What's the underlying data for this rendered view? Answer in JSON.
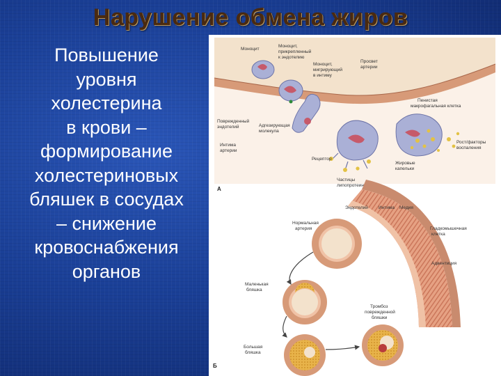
{
  "slide": {
    "title": "Нарушение обмена жиров",
    "body_lines": [
      "Повышение",
      "уровня",
      "холестерина",
      "в крови –",
      "формирование",
      "холестериновых",
      "бляшек  в сосудах",
      "– снижение",
      "кровоснабжения",
      "органов"
    ]
  },
  "figure": {
    "panel_a": {
      "letter": "А",
      "labels": {
        "monocyte": "Моноцит",
        "monocyte_adhered_1": "Моноцит,",
        "monocyte_adhered_2": "прикрепленный",
        "monocyte_adhered_3": "к эндотелию",
        "monocyte_migrating_1": "Моноцит,",
        "monocyte_migrating_2": "мигрирующий",
        "monocyte_migrating_3": "в интиму",
        "lumen_1": "Просвет",
        "lumen_2": "артерии",
        "damaged_endothelium_1": "Поврежденный",
        "damaged_endothelium_2": "эндотелий",
        "adhesion_molecule_1": "Адгезирующая",
        "adhesion_molecule_2": "молекула",
        "intima_1": "Интима",
        "intima_2": "артерии",
        "receptor": "Рецептор",
        "foam_cell_1": "Пенистая",
        "foam_cell_2": "макрофагальная клетка",
        "growth_factors_1": "Рост/факторы",
        "growth_factors_2": "воспаления",
        "fat_droplets_1": "Жировые",
        "fat_droplets_2": "капельки",
        "lipoprotein_1": "Частицы",
        "lipoprotein_2": "липопротеина"
      }
    },
    "panel_b": {
      "letter": "Б",
      "labels": {
        "endothelium": "Эндотелий",
        "intima": "Интима",
        "media": "Медия",
        "normal_artery_1": "Нормальная",
        "normal_artery_2": "артерия",
        "smooth_muscle_1": "Гладкомышечная",
        "smooth_muscle_2": "клетка",
        "adventitia": "Адвентиция",
        "small_plaque_1": "Маленькая",
        "small_plaque_2": "бляшка",
        "thrombus_1": "Тромбоз",
        "thrombus_2": "поврежденной",
        "thrombus_3": "бляшки",
        "large_plaque_1": "Большая",
        "large_plaque_2": "бляшка"
      }
    },
    "colors": {
      "tissue": "#d79a78",
      "lumen": "#f3e2cc",
      "cell": "#aab0d6",
      "nucleus": "#c65a6a",
      "fat": "#e3c245",
      "plaque": "#e8b34a"
    }
  }
}
